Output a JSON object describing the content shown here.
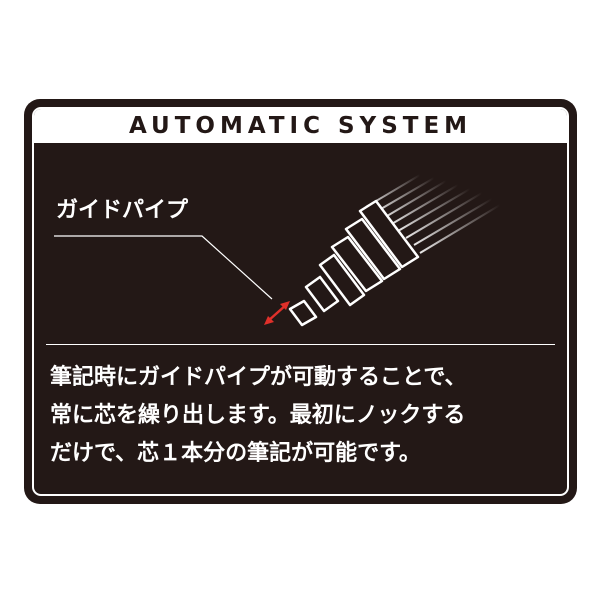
{
  "panel": {
    "title": "AUTOMATIC SYSTEM",
    "callout_label": "ガイドパイプ",
    "description_lines": [
      "筆記時にガイドパイプが可動することで、",
      "常に芯を繰り出します。最初にノックする",
      "だけで、芯１本分の筆記が可能です。"
    ]
  },
  "colors": {
    "background": "#231816",
    "text": "#ffffff",
    "accent_arrow": "#e0302a"
  },
  "icons": {
    "pencil": "pencil-tip-illustration",
    "arrow": "double-headed-arrow"
  }
}
